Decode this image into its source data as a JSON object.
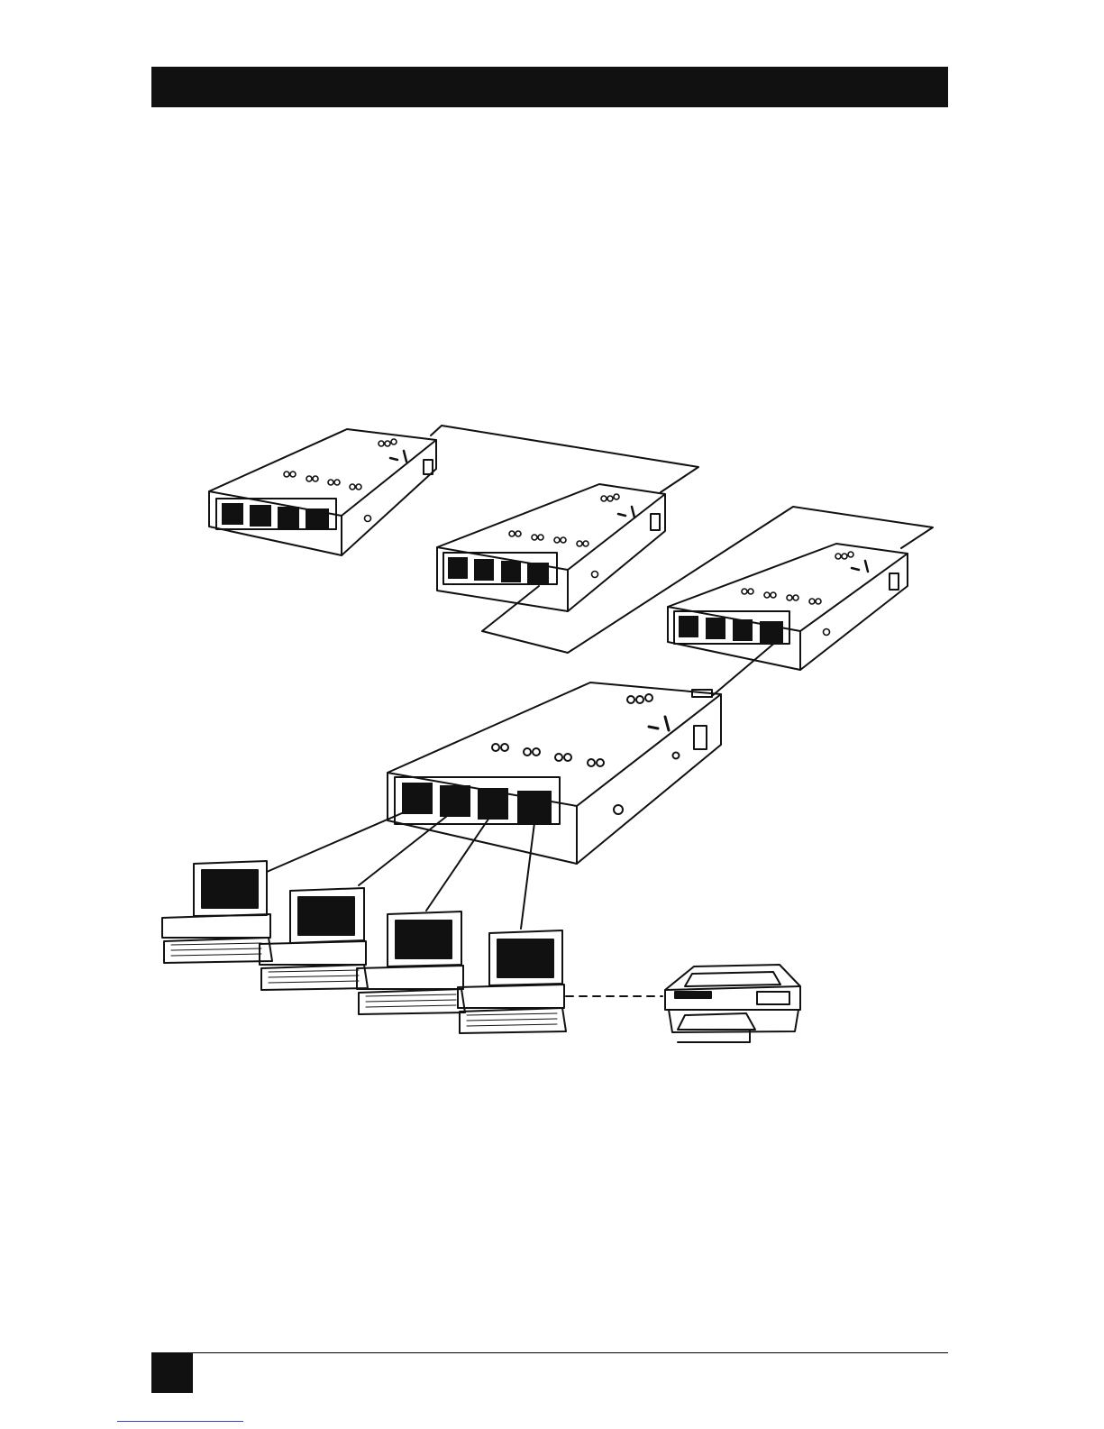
{
  "colors": {
    "ink": "#111111",
    "paper": "#ffffff",
    "link": "#3344cc"
  },
  "diagram": {
    "hubs": [
      {
        "id": "hub-1",
        "ports": 4,
        "icon": "ethernet-hub-icon"
      },
      {
        "id": "hub-2",
        "ports": 4,
        "icon": "ethernet-hub-icon"
      },
      {
        "id": "hub-3",
        "ports": 4,
        "icon": "ethernet-hub-icon"
      },
      {
        "id": "hub-4",
        "ports": 4,
        "icon": "ethernet-hub-icon"
      }
    ],
    "computers": 4,
    "printers": 1,
    "links": [
      {
        "from": "hub-1",
        "to": "hub-2",
        "style": "solid"
      },
      {
        "from": "hub-2",
        "to": "hub-3",
        "style": "solid"
      },
      {
        "from": "hub-3",
        "to": "hub-4",
        "style": "solid"
      },
      {
        "from": "hub-4",
        "to": "computer-1",
        "style": "solid"
      },
      {
        "from": "hub-4",
        "to": "computer-2",
        "style": "solid"
      },
      {
        "from": "hub-4",
        "to": "computer-3",
        "style": "solid"
      },
      {
        "from": "hub-4",
        "to": "computer-4",
        "style": "solid"
      },
      {
        "from": "computer-4",
        "to": "printer-1",
        "style": "dashed"
      }
    ]
  }
}
